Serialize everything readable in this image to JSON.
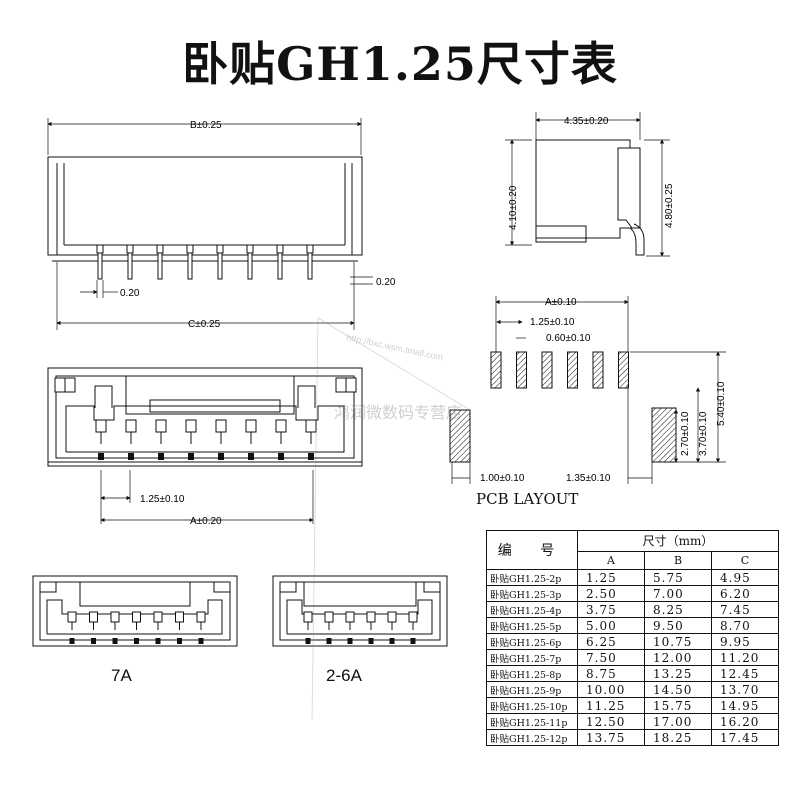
{
  "title": "卧贴GH1.25尺寸表",
  "dimensions": {
    "b": "B±0.25",
    "c": "C±0.25",
    "pin_width": "0.20",
    "pin_thickness": "0.20",
    "depth": "4.35±0.20",
    "height1": "4.10±0.20",
    "height2": "4.80±0.25",
    "pitch": "1.25±0.10",
    "a_front": "A±0.20",
    "pcb_a": "A±0.10",
    "pcb_pitch": "1.25±0.10",
    "pcb_pad_width": "0.60±0.10",
    "pcb_side_width": "1.00±0.10",
    "pcb_side_offset": "1.35±0.10",
    "pcb_h1": "2.70±0.10",
    "pcb_h2": "3.70±0.10",
    "pcb_h3": "5.40±0.10"
  },
  "pcb_layout_label": "PCB LAYOUT",
  "captions": {
    "left": "7A",
    "right": "2-6A"
  },
  "watermark": {
    "url": "http://bxc.wsm.tmall.com",
    "store": "鸿润微数码专营店"
  },
  "table": {
    "header_name": "编 号",
    "header_size": "尺寸（mm）",
    "columns": [
      "A",
      "B",
      "C"
    ],
    "rows": [
      {
        "name": "卧贴GH1.25-2p",
        "a": "1.25",
        "b": "5.75",
        "c": "4.95"
      },
      {
        "name": "卧贴GH1.25-3p",
        "a": "2.50",
        "b": "7.00",
        "c": "6.20"
      },
      {
        "name": "卧贴GH1.25-4p",
        "a": "3.75",
        "b": "8.25",
        "c": "7.45"
      },
      {
        "name": "卧贴GH1.25-5p",
        "a": "5.00",
        "b": "9.50",
        "c": "8.70"
      },
      {
        "name": "卧贴GH1.25-6p",
        "a": "6.25",
        "b": "10.75",
        "c": "9.95"
      },
      {
        "name": "卧贴GH1.25-7p",
        "a": "7.50",
        "b": "12.00",
        "c": "11.20"
      },
      {
        "name": "卧贴GH1.25-8p",
        "a": "8.75",
        "b": "13.25",
        "c": "12.45"
      },
      {
        "name": "卧贴GH1.25-9p",
        "a": "10.00",
        "b": "14.50",
        "c": "13.70"
      },
      {
        "name": "卧贴GH1.25-10p",
        "a": "11.25",
        "b": "15.75",
        "c": "14.95"
      },
      {
        "name": "卧贴GH1.25-11p",
        "a": "12.50",
        "b": "17.00",
        "c": "16.20"
      },
      {
        "name": "卧贴GH1.25-12p",
        "a": "13.75",
        "b": "18.25",
        "c": "17.45"
      }
    ]
  }
}
